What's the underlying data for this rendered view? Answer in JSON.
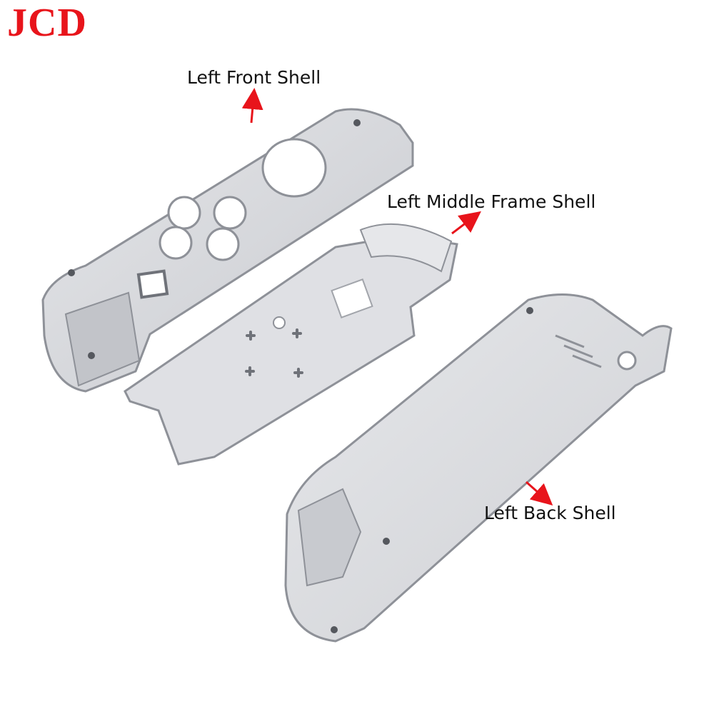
{
  "brand": {
    "text": "JCD",
    "color": "#e8141b"
  },
  "labels": {
    "front": "Left Front Shell",
    "middle": "Left Middle Frame Shell",
    "back": "Left Back Shell"
  },
  "colors": {
    "arrow": "#e8141b",
    "shell_fill": "#d6d8dc",
    "shell_edge": "#8e9198"
  }
}
